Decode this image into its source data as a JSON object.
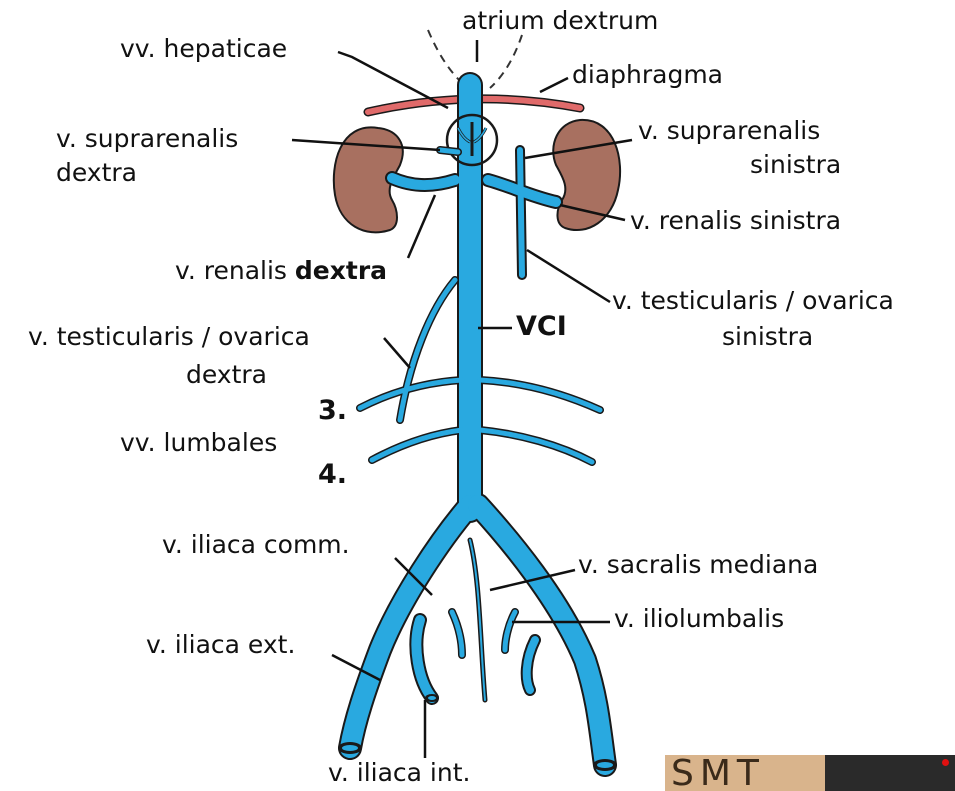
{
  "labels": {
    "atrium": "atrium dextrum",
    "hepaticae": "vv. hepaticae",
    "diaphragma": "diaphragma",
    "supra_dextra_1": "v. suprarenalis",
    "supra_dextra_2": "dextra",
    "supra_sinistra_1": "v. suprarenalis",
    "supra_sinistra_2": "sinistra",
    "renalis_sinistra_1": "v. ",
    "renalis_sinistra_2": "renalis sinistra",
    "renalis_dextra_1": "v. renalis ",
    "renalis_dextra_2": "dextra",
    "testic_sinistra_1": "v. testicularis / ovarica",
    "testic_sinistra_2": "sinistra",
    "testic_dextra_1": "v. testicularis / ovarica",
    "testic_dextra_2": "dextra",
    "vci": "VCI",
    "num3": "3.",
    "num4": "4.",
    "lumbales": "vv. lumbales",
    "iliaca_comm": "v. iliaca comm.",
    "sacralis": "v. sacralis mediana",
    "iliolumbalis": "v. iliolumbalis",
    "iliaca_ext": "v. iliaca ext.",
    "iliaca_int": "v. iliaca int."
  },
  "logo": {
    "text": "SMT"
  },
  "colors": {
    "vein": "#29a9e0",
    "vein_outline": "#1a1a1a",
    "kidney": "#a87060",
    "diaphragm": "#e06a6a"
  }
}
